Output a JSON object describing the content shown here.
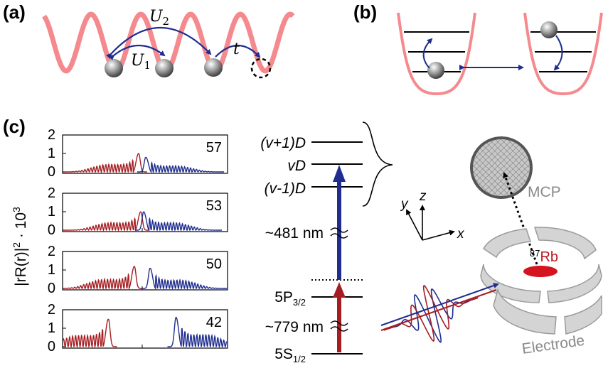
{
  "panels": {
    "a": "(a)",
    "b": "(b)",
    "c": "(c)"
  },
  "lattice": {
    "u1": "U",
    "u1_sub": "1",
    "u2": "U",
    "u2_sub": "2",
    "t": "t"
  },
  "plots": {
    "ylabel_main": "|rR(r)|",
    "ylabel_sup": "2",
    "ylabel_tail": " · 10",
    "ylabel_sup2": "3",
    "ticks": [
      "2",
      "1",
      "0"
    ],
    "panels": [
      {
        "n": "57",
        "red_peak": 1.0,
        "blue_peak": 0.8
      },
      {
        "n": "53",
        "red_peak": 1.0,
        "blue_peak": 1.0
      },
      {
        "n": "50",
        "red_peak": 1.2,
        "blue_peak": 1.1
      },
      {
        "n": "42",
        "red_peak": 1.5,
        "blue_peak": 1.6
      }
    ]
  },
  "levels": {
    "top": [
      "(v+1)D",
      "vD",
      "(v-1)D"
    ],
    "nm481": "~481 nm",
    "p32_main": "5P",
    "p32_sub": "3/2",
    "nm779": "~779 nm",
    "s12_main": "5S",
    "s12_sub": "1/2"
  },
  "apparatus": {
    "mcp": "MCP",
    "rb_sup": "87",
    "rb": "Rb",
    "electrode": "Electrode",
    "axis_x": "x",
    "axis_y": "y",
    "axis_z": "z"
  },
  "colors": {
    "red": "#a51d22",
    "blue": "#1f2d8f",
    "pink": "#f58a8e",
    "gray": "#9a9a9a"
  }
}
